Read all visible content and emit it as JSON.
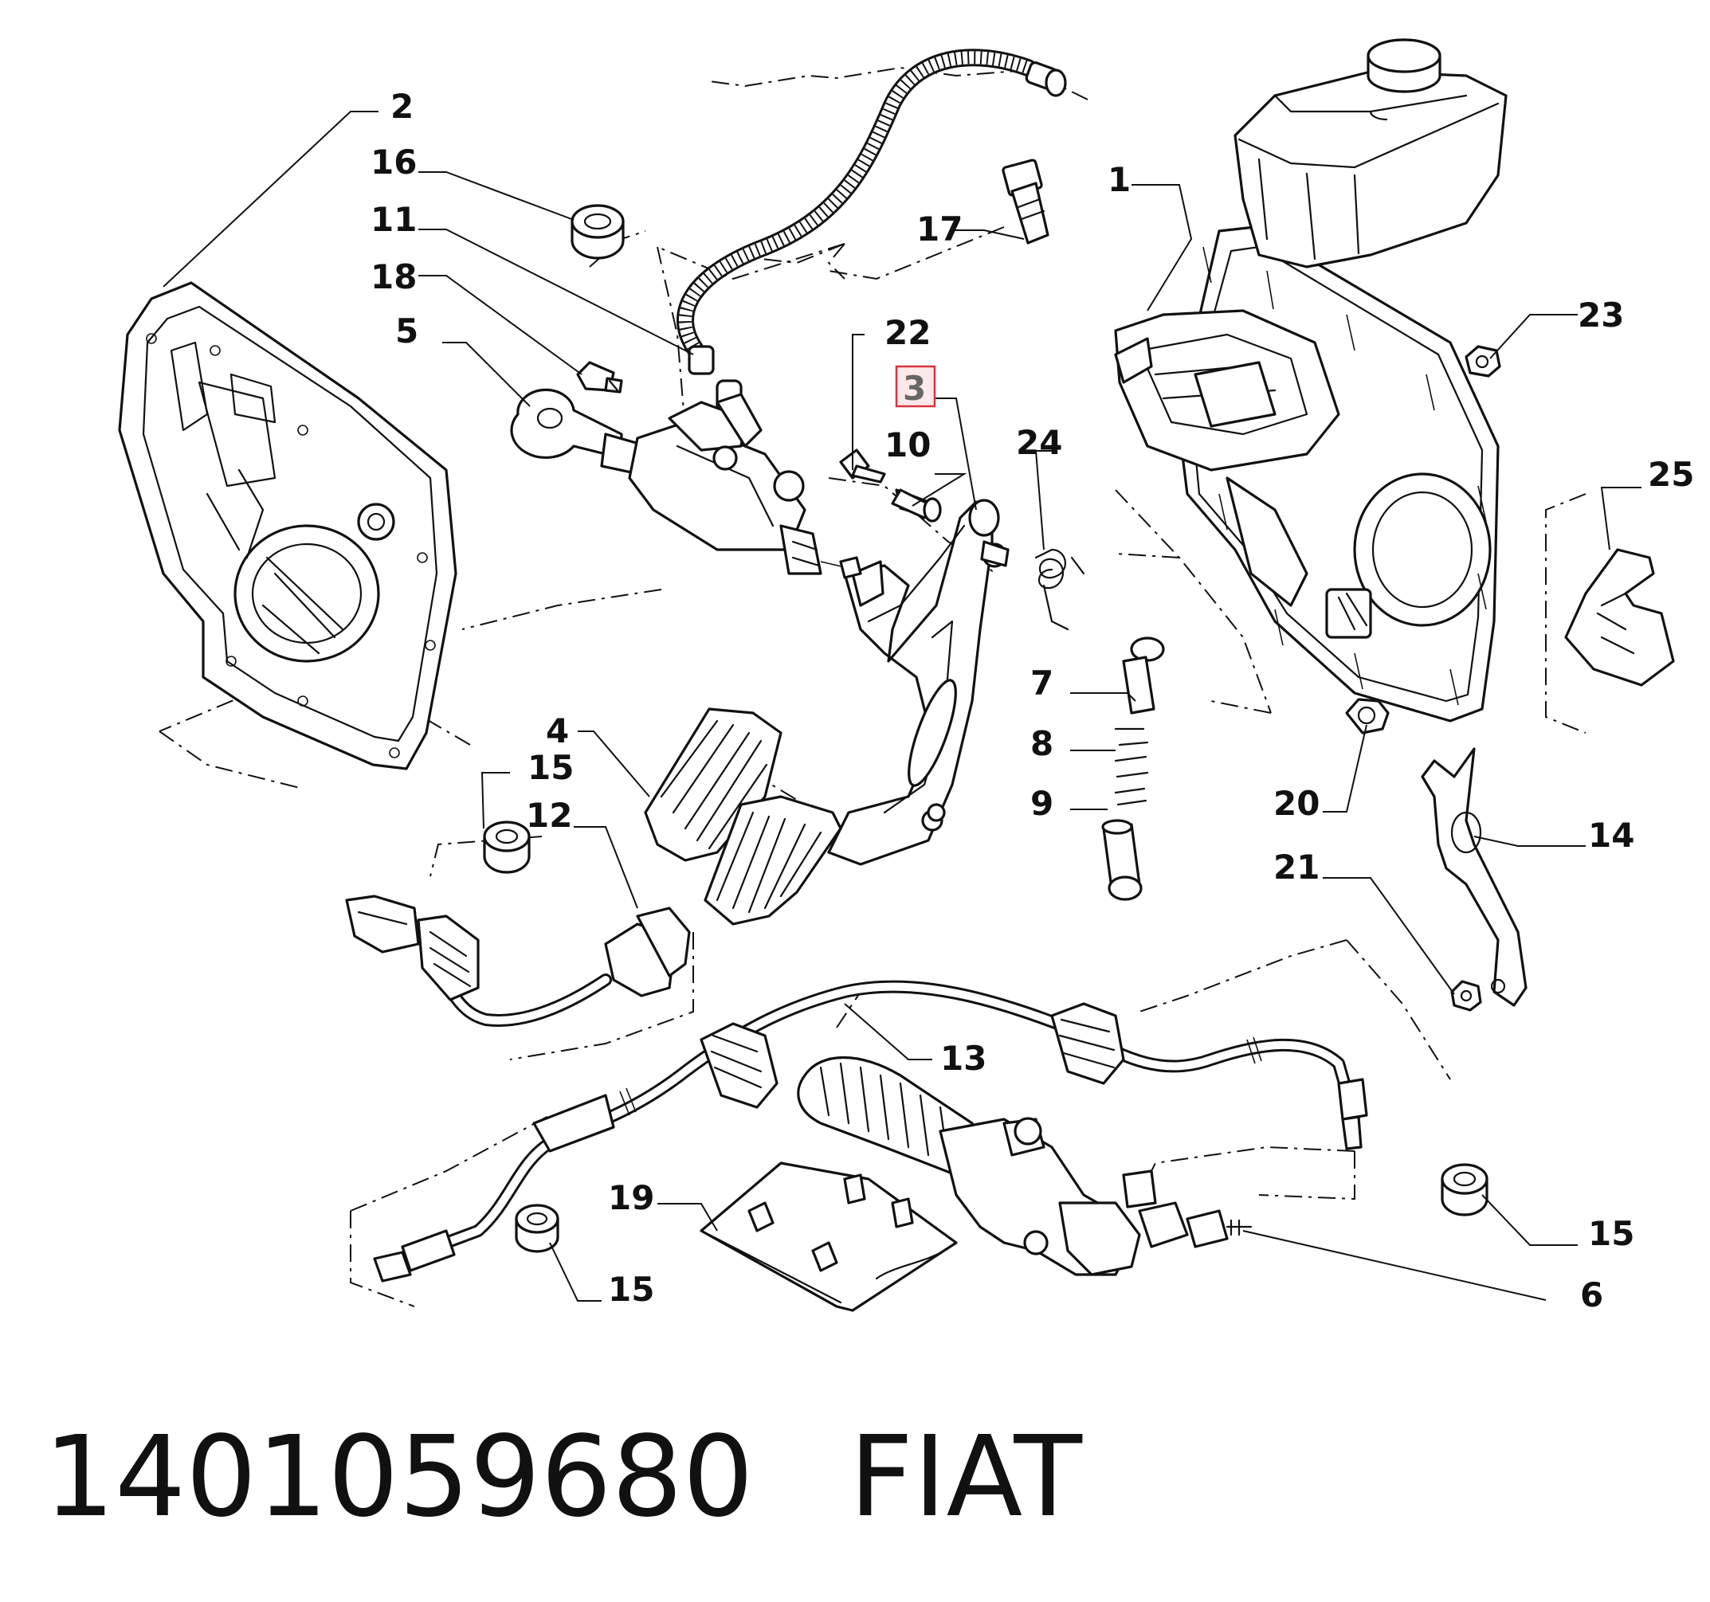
{
  "callouts": {
    "c1": "1",
    "c2": "2",
    "c3": "3",
    "c4": "4",
    "c5": "5",
    "c6": "6",
    "c7": "7",
    "c8": "8",
    "c9": "9",
    "c10": "10",
    "c11": "11",
    "c12": "12",
    "c13": "13",
    "c14": "14",
    "c15a": "15",
    "c15b": "15",
    "c15c": "15",
    "c16": "16",
    "c17": "17",
    "c18": "18",
    "c19": "19",
    "c20": "20",
    "c21": "21",
    "c22": "22",
    "c23": "23",
    "c24": "24",
    "c25": "25"
  },
  "highlighted_callout": "3",
  "colors": {
    "line": "#111111",
    "highlight_fill": "#fde8ea",
    "highlight_border": "#d9333f",
    "highlight_text": "#666666"
  },
  "footer": {
    "part_number": "1401059680",
    "brand": "FIAT"
  }
}
